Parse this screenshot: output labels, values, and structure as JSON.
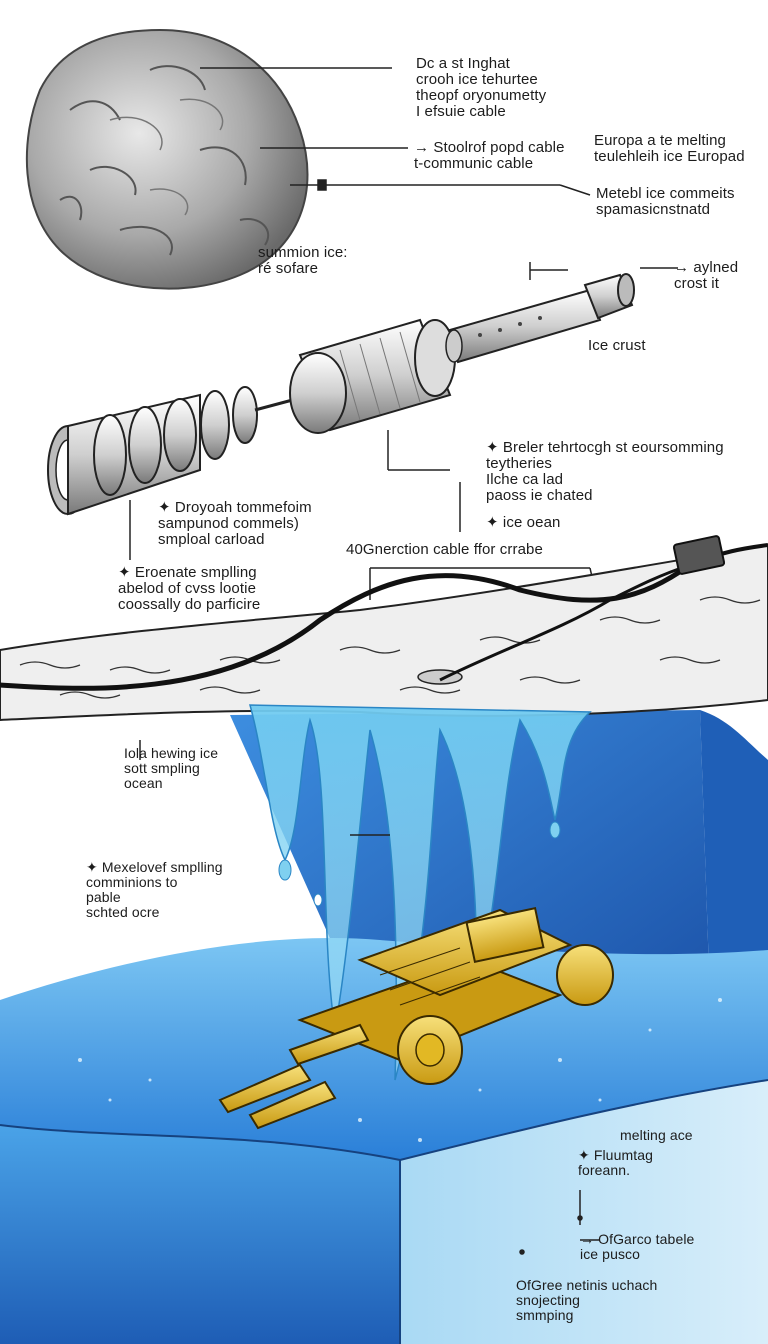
{
  "labels": {
    "comet_top": "Dc a st Inghat\ncrooh ice tehurtee\ntheopf oryonumetty\nI efsuie cable",
    "cable_spec": "→ Stoolrof popd cable\nt-communic cable",
    "europa_melting": "Europa a te melting\nteulehleih ice Europad",
    "metal_ice": "Metebl ice commeits\nspamasicnstnatd",
    "comet_ice": "summion ice:\nré sofare",
    "aylned": "→ aylned\ncrost it",
    "ice_crust": "Ice crust",
    "breler": "✦ Breler tehrtocgh st eoursomming\nteytheries\nIlche ca lad\npaoss ie chated",
    "ice_ocean": "✦ ice oean",
    "dropoah": "✦ Droyoah tommefoim\nsampunod commels)\nsmploal carload",
    "connection_cable": "40Gnerction cable  ffor crrabe",
    "eroenate": "✦ Eroenate smplling\nabelod of cvss lootie\ncoossally do parficire",
    "iole_hewing": "Iola hewing ice\nsott smpling\nocean",
    "mexelovef": "✦ Mexelovef smplling\ncomminions to\npable\nschted ocre",
    "melting_ace": "melting ace",
    "fluumtag": "✦ Fluumtag\nforeann.",
    "ofgarco": "→ OfGarco tabele\nice pusco",
    "ofgree": "OfGree netinis uchach\nsnojecting\nsmmping"
  },
  "colors": {
    "ink": "#1c1c1c",
    "ice": "#ececec",
    "ocean_deep": "#1d5fb8",
    "ocean_light": "#5ab4ef",
    "meltwater": "#8fd8f2",
    "probe_gold": "#e6c229"
  }
}
